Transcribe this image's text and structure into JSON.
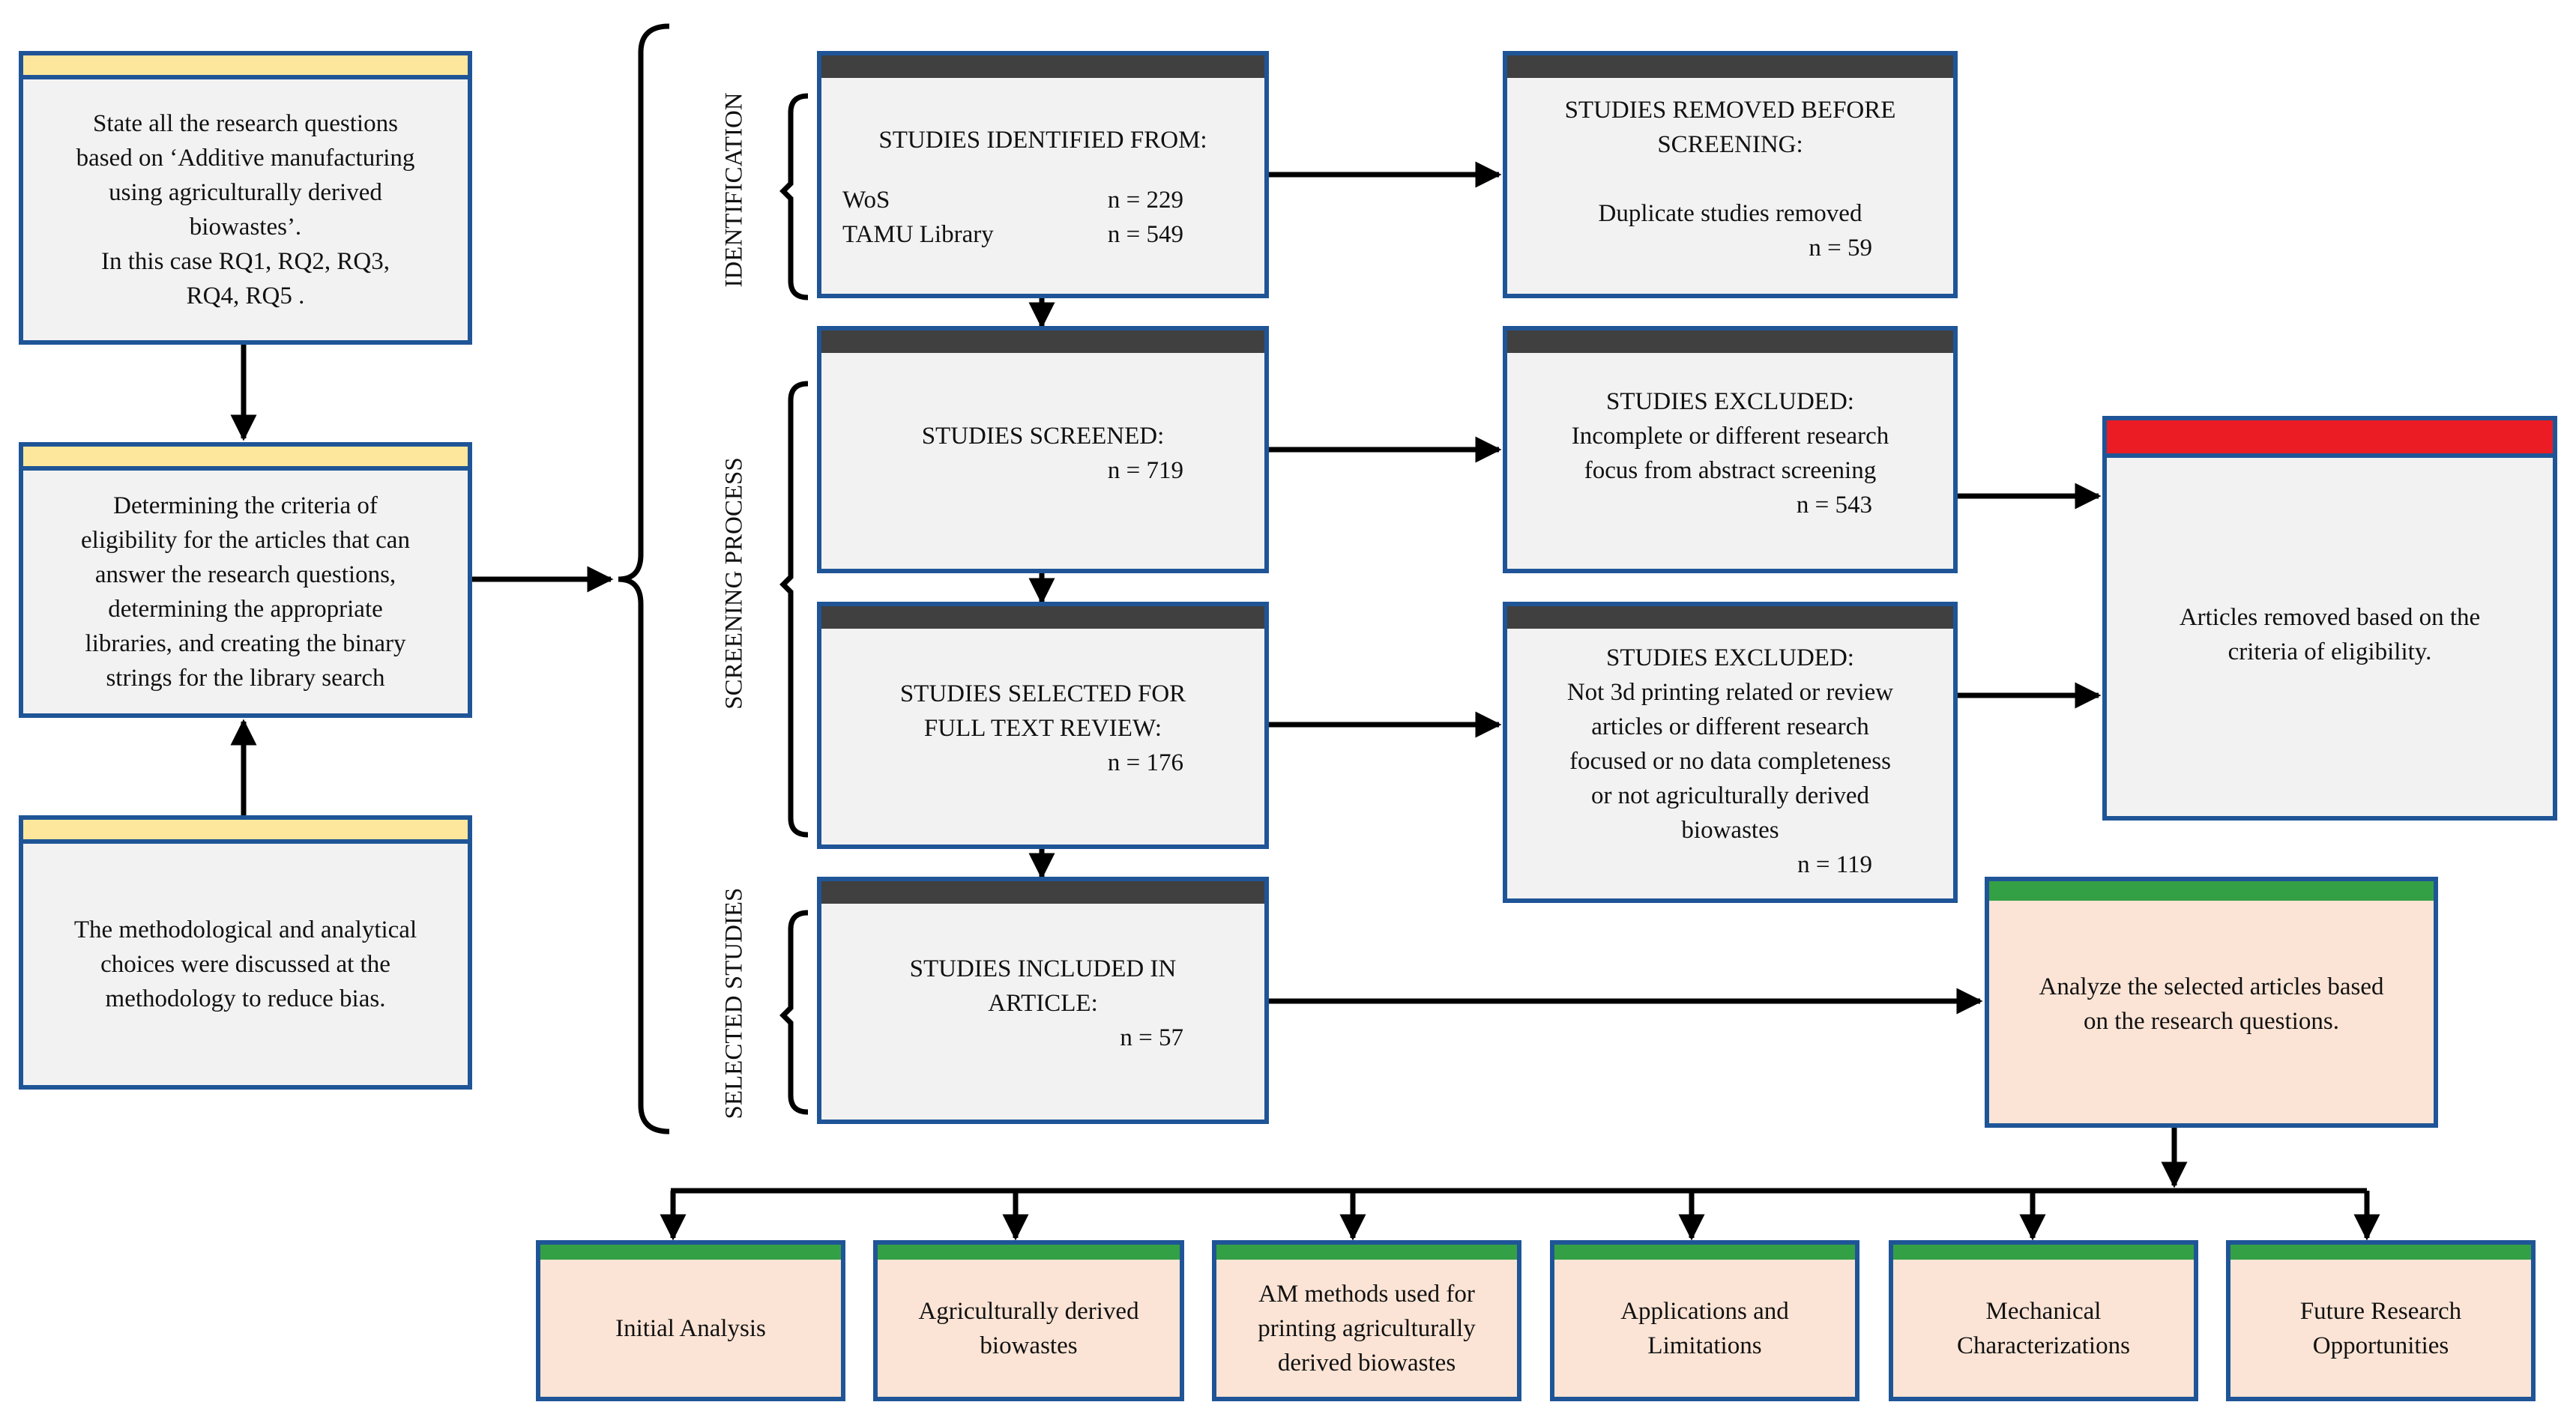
{
  "left": {
    "research_questions": "State all  the research questions\nbased on ‘Additive manufacturing\nusing agriculturally  derived\nbiowastes’.\nIn this case RQ1, RQ2, RQ3,\nRQ4, RQ5 .",
    "criteria": "Determining  the criteria  of\neligibility  for the articles that can\nanswer the research questions,\ndetermining  the appropriate\nlibraries, and creating the binary\nstrings for the library  search",
    "bias": "The methodological and analytical\nchoices were discussed at the\nmethodology to reduce bias."
  },
  "phases": {
    "identification": "IDENTIFICATION",
    "screening": "SCREENING PROCESS",
    "selected": "SELECTED STUDIES"
  },
  "center": {
    "identified": {
      "heading": "STUDIES IDENTIFIED FROM:",
      "rows": [
        {
          "label": "WoS",
          "count": "n = 229"
        },
        {
          "label": "TAMU Library",
          "count": "n = 549"
        }
      ]
    },
    "screened": {
      "heading": "STUDIES SCREENED:",
      "count": "n = 719"
    },
    "full_text": {
      "heading": "STUDIES SELECTED FOR\nFULL TEXT REVIEW:",
      "count": "n = 176"
    },
    "included": {
      "heading": "STUDIES INCLUDED IN\nARTICLE:",
      "count": "n = 57"
    }
  },
  "right": {
    "removed_before": {
      "heading": "STUDIES REMOVED BEFORE\nSCREENING:",
      "detail": "Duplicate  studies removed",
      "count": "n = 59"
    },
    "excluded_abstract": {
      "heading": "STUDIES EXCLUDED:",
      "detail": "Incomplete  or different  research\nfocus from abstract screening",
      "count": "n = 543"
    },
    "excluded_full": {
      "heading": "STUDIES EXCLUDED:",
      "detail": "Not 3d printing  related  or review\narticles  or different research\nfocused or no data completeness\nor not agriculturally  derived\nbiowastes",
      "count": "n = 119"
    },
    "removed_criteria": "Articles removed based on the\ncriteria  of eligibility.",
    "analyze": "Analyze  the selected articles based\non the research questions."
  },
  "outcomes": [
    "Initial  Analysis",
    "Agriculturally  derived\nbiowastes",
    "AM methods used for\nprinting  agriculturally\nderived biowastes",
    "Applications and\nLimitations",
    "Mechanical\nCharacterizations",
    "Future Research\nOpportunities"
  ]
}
